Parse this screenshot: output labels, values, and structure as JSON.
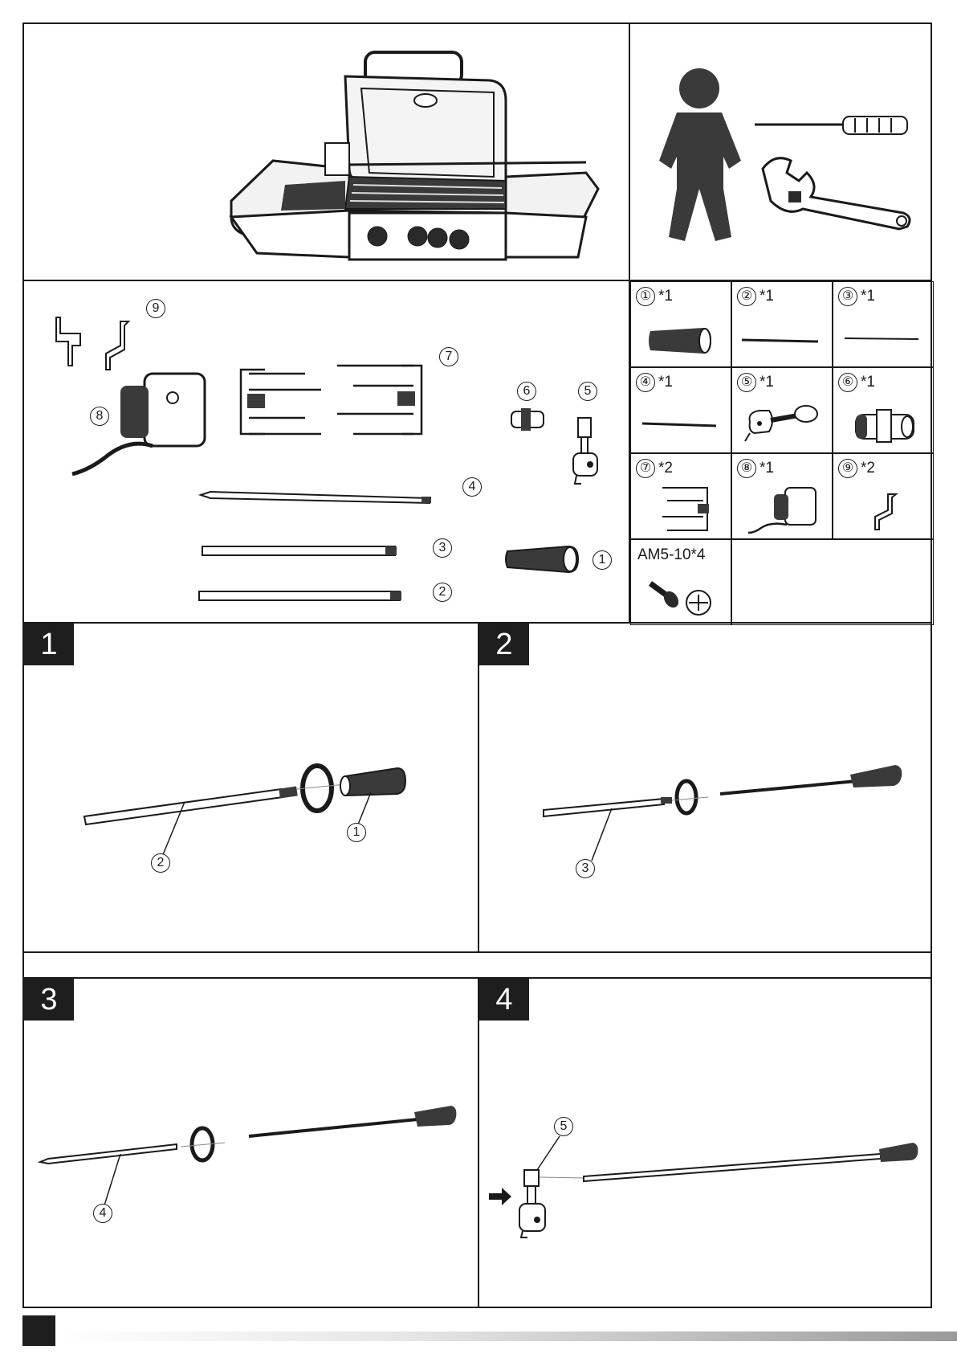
{
  "parts": [
    {
      "num": "①",
      "qty": "*1"
    },
    {
      "num": "②",
      "qty": "*1"
    },
    {
      "num": "③",
      "qty": "*1"
    },
    {
      "num": "④",
      "qty": "*1"
    },
    {
      "num": "⑤",
      "qty": "*1"
    },
    {
      "num": "⑥",
      "qty": "*1"
    },
    {
      "num": "⑦",
      "qty": "*2"
    },
    {
      "num": "⑧",
      "qty": "*1"
    },
    {
      "num": "⑨",
      "qty": "*2"
    }
  ],
  "screw": {
    "label": "AM5-10*4"
  },
  "callouts": {
    "c1": "1",
    "c2": "2",
    "c3": "3",
    "c4": "4",
    "c5": "5",
    "c6": "6",
    "c7": "7",
    "c8": "8",
    "c9": "9"
  },
  "steps": [
    {
      "number": "1",
      "callouts": [
        "2",
        "1"
      ]
    },
    {
      "number": "2",
      "callouts": [
        "3"
      ]
    },
    {
      "number": "3",
      "callouts": [
        "4"
      ]
    },
    {
      "number": "4",
      "callouts": [
        "5"
      ]
    }
  ],
  "colors": {
    "ink": "#1a1a1a",
    "badge": "#1e1e1e"
  }
}
